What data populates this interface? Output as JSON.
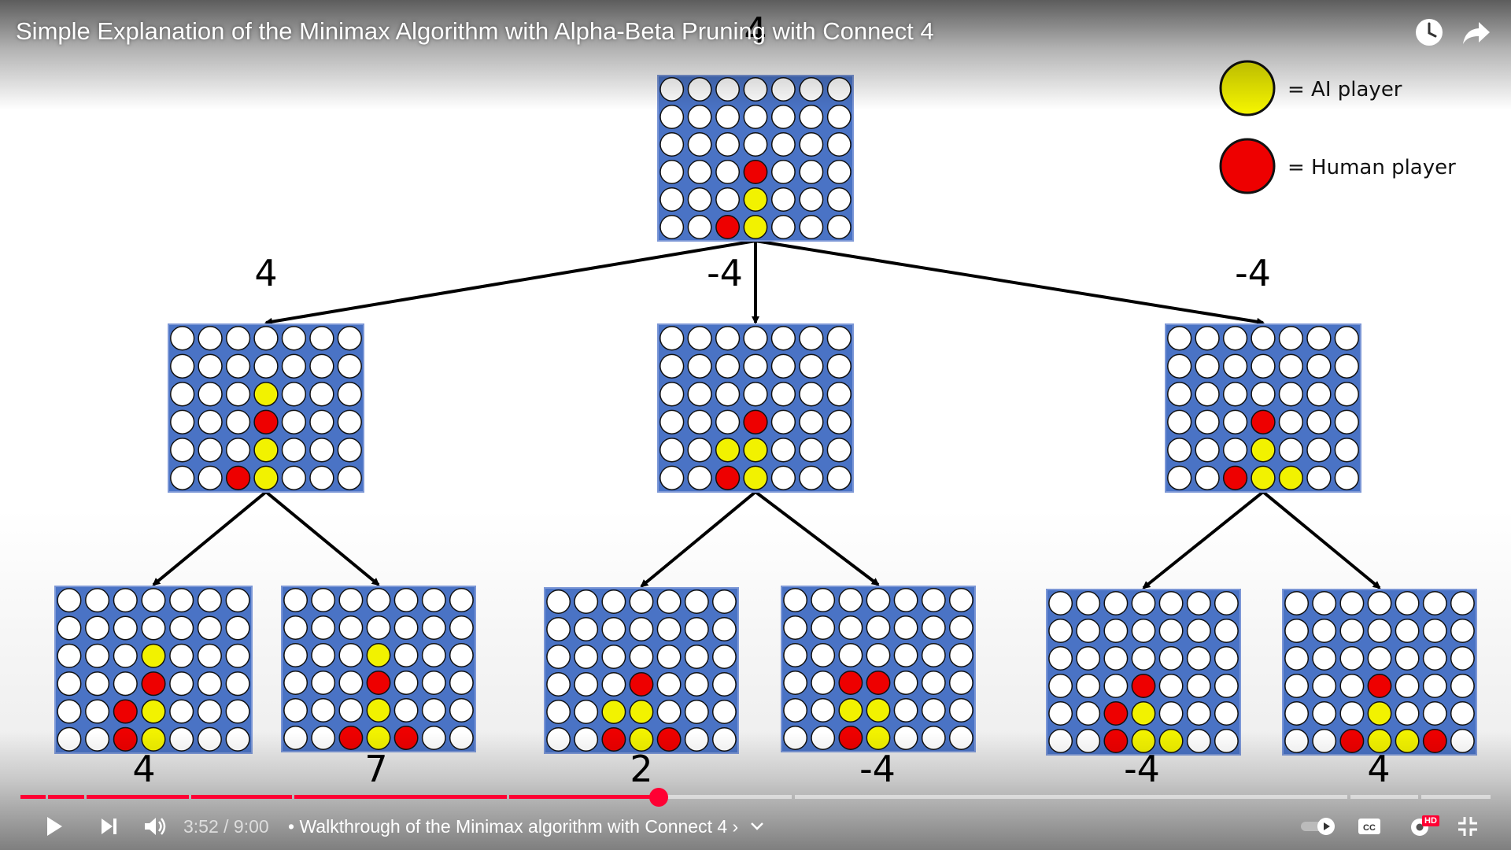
{
  "video": {
    "title": "Simple Explanation of the Minimax Algorithm with Alpha-Beta Pruning with Connect 4",
    "time": "3:52 / 9:00",
    "chapter": "• Walkthrough of the Minimax algorithm with Connect 4 ›",
    "progress_fraction": 0.43
  },
  "legend": [
    {
      "color": "#f2f200",
      "label": "= AI player"
    },
    {
      "color": "#ee0000",
      "label": "= Human player"
    }
  ],
  "colors": {
    "board": "#4a73c5",
    "ai": "#f2f200",
    "human": "#ee0000",
    "empty": "#ffffff",
    "progress_played": "#ff0033",
    "progress_rest": "rgba(255,255,255,0.45)"
  },
  "icons": [
    "watch-later-icon",
    "share-icon",
    "play-icon",
    "next-icon",
    "volume-icon",
    "chevron-down-icon",
    "autoplay-toggle-icon",
    "captions-icon",
    "settings-icon",
    "exit-fullscreen-icon"
  ],
  "hd_badge": "HD",
  "tree": {
    "root": {
      "score": "4",
      "grid": [
        ".......",
        ".......",
        ".......",
        "...R...",
        "...Y...",
        "..RY..."
      ]
    },
    "level1": [
      {
        "score": "4",
        "grid": [
          ".......",
          ".......",
          "...Y...",
          "...R...",
          "...Y...",
          "..RY..."
        ]
      },
      {
        "score": "-4",
        "grid": [
          ".......",
          ".......",
          ".......",
          "...R...",
          "..YY...",
          "..RY..."
        ]
      },
      {
        "score": "-4",
        "grid": [
          ".......",
          ".......",
          ".......",
          "...R...",
          "...Y...",
          "..RYY.."
        ]
      }
    ],
    "level2": [
      {
        "score": "4",
        "grid": [
          ".......",
          ".......",
          "...Y...",
          "...R...",
          "..RY...",
          "..RY..."
        ]
      },
      {
        "score": "7",
        "grid": [
          ".......",
          ".......",
          "...Y...",
          "...R...",
          "...Y...",
          "..RYR.."
        ]
      },
      {
        "score": "2",
        "grid": [
          ".......",
          ".......",
          ".......",
          "...R...",
          "..YY...",
          "..RYR.."
        ]
      },
      {
        "score": "-4",
        "grid": [
          ".......",
          ".......",
          ".......",
          "..RR...",
          "..YY...",
          "..RY..."
        ]
      },
      {
        "score": "-4",
        "grid": [
          ".......",
          ".......",
          ".......",
          "...R...",
          "..RY...",
          "..RYY.."
        ]
      },
      {
        "score": "4",
        "grid": [
          ".......",
          ".......",
          ".......",
          "...R...",
          "...Y...",
          "..RYYR."
        ]
      }
    ]
  }
}
